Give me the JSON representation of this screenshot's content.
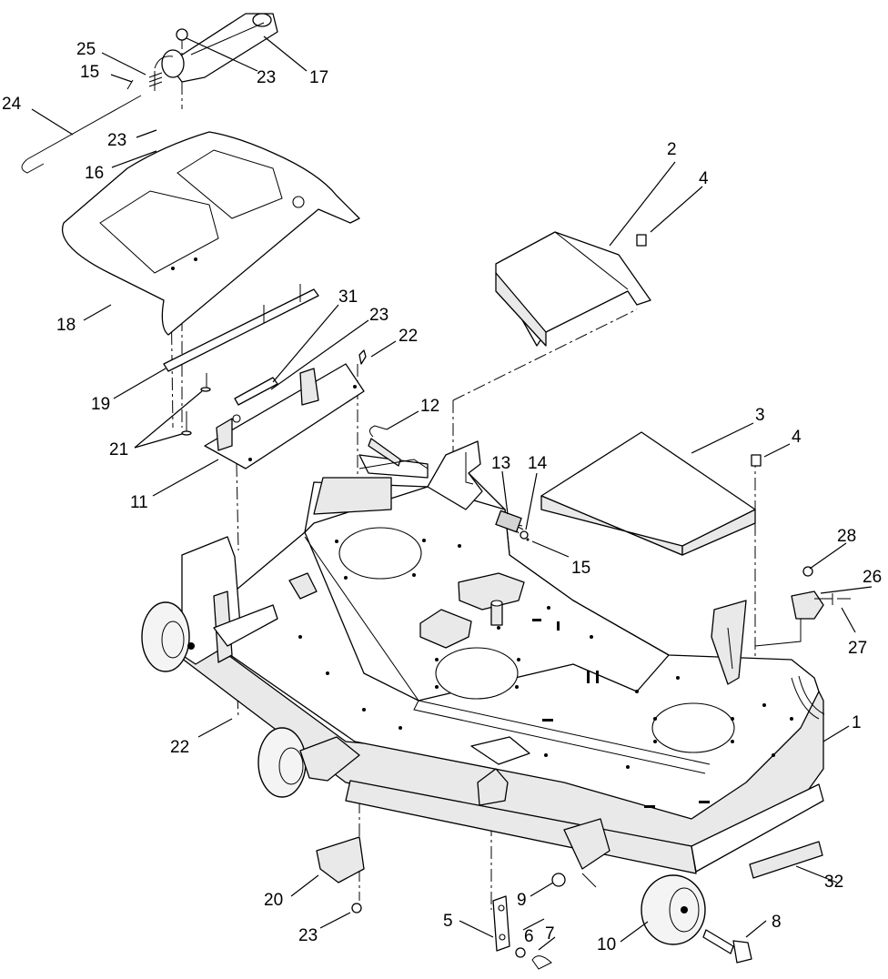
{
  "callouts": [
    {
      "label": "24"
    },
    {
      "label": "25"
    },
    {
      "label": "15"
    },
    {
      "label": "23"
    },
    {
      "label": "17"
    },
    {
      "label": "23"
    },
    {
      "label": "16"
    },
    {
      "label": "18"
    },
    {
      "label": "19"
    },
    {
      "label": "21"
    },
    {
      "label": "31"
    },
    {
      "label": "23"
    },
    {
      "label": "22"
    },
    {
      "label": "11"
    },
    {
      "label": "12"
    },
    {
      "label": "2"
    },
    {
      "label": "4"
    },
    {
      "label": "3"
    },
    {
      "label": "4"
    },
    {
      "label": "13"
    },
    {
      "label": "14"
    },
    {
      "label": "15"
    },
    {
      "label": "28"
    },
    {
      "label": "26"
    },
    {
      "label": "27"
    },
    {
      "label": "1"
    },
    {
      "label": "22"
    },
    {
      "label": "20"
    },
    {
      "label": "23"
    },
    {
      "label": "32"
    },
    {
      "label": "5"
    },
    {
      "label": "6"
    },
    {
      "label": "7"
    },
    {
      "label": "9"
    },
    {
      "label": "10"
    },
    {
      "label": "8"
    }
  ]
}
